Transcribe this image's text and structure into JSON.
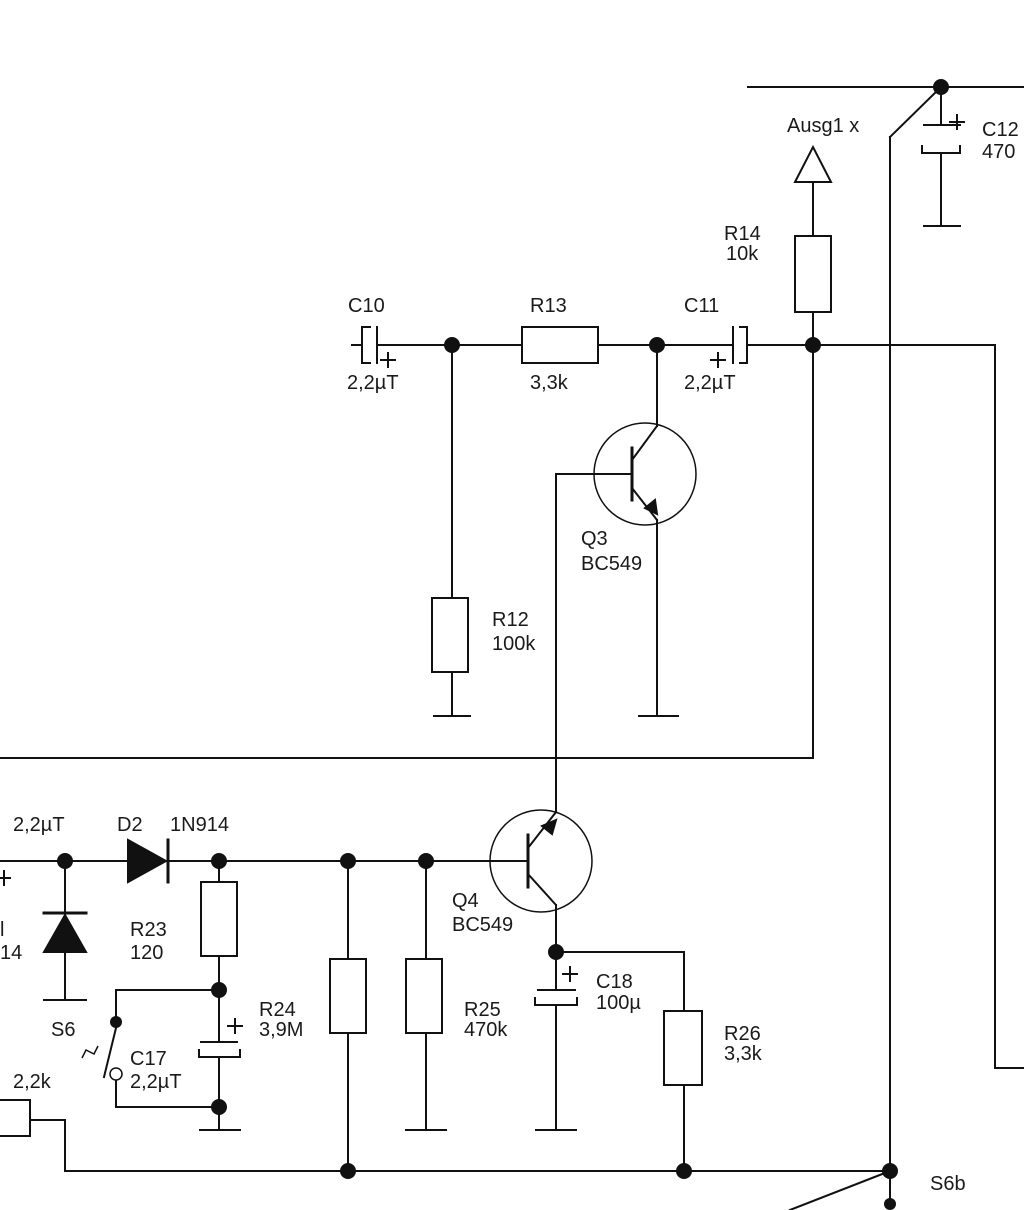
{
  "schematic": {
    "labels": {
      "ausg1": "Ausg1 x",
      "c12_name": "C12",
      "c12_value": "470",
      "r14_name": "R14",
      "r14_value": "10k",
      "c10_name": "C10",
      "c10_value": "2,2µT",
      "r13_name": "R13",
      "r13_value": "3,3k",
      "c11_name": "C11",
      "c11_value": "2,2µT",
      "q3_name": "Q3",
      "q3_value": "BC549",
      "r12_name": "R12",
      "r12_value": "100k",
      "left_cap_value": "2,2µT",
      "d2_name": "D2",
      "d2_value": "1N914",
      "left_diode_name": "l",
      "left_diode_value": "14",
      "r23_name": "R23",
      "r23_value": "120",
      "s6_name": "S6",
      "c17_name": "C17",
      "c17_value": "2,2µT",
      "left_res_value": "2,2k",
      "r24_name": "R24",
      "r24_value": "3,9M",
      "r25_name": "R25",
      "r25_value": "470k",
      "q4_name": "Q4",
      "q4_value": "BC549",
      "c18_name": "C18",
      "c18_value": "100µ",
      "r26_name": "R26",
      "r26_value": "3,3k",
      "s6b_name": "S6b"
    },
    "colors": {
      "line": "#111111",
      "background": "#ffffff"
    }
  }
}
